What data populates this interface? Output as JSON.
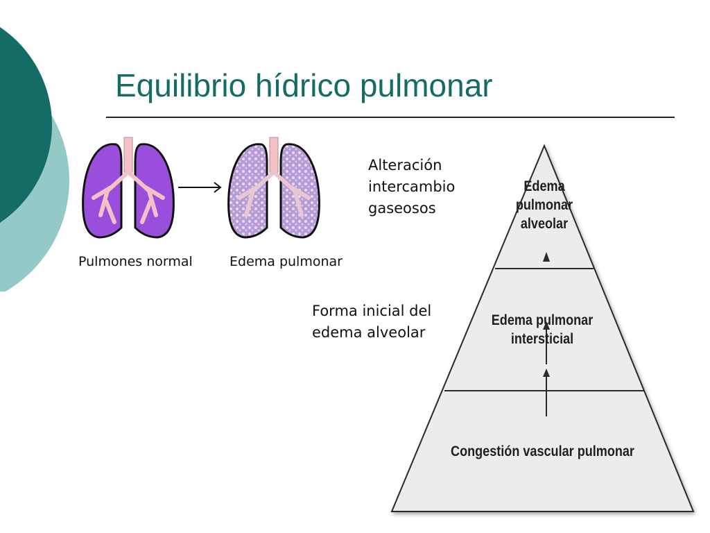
{
  "slide": {
    "title": "Equilibrio hídrico pulmonar",
    "accent_color": "#156b66",
    "accent_light": "#93c9c6"
  },
  "lungs_figure": {
    "normal_label": "Pulmones normal",
    "edema_label": "Edema pulmonar"
  },
  "notes": {
    "top": "Alteración\nintercambio\ngaseosos",
    "middle": "Forma inicial del\nedema alveolar"
  },
  "pyramid": {
    "levels": [
      {
        "label": "Edema\npulmonar\nalveolar"
      },
      {
        "label": "Edema pulmonar\nintersticial"
      },
      {
        "label": "Congestión vascular pulmonar"
      }
    ]
  }
}
